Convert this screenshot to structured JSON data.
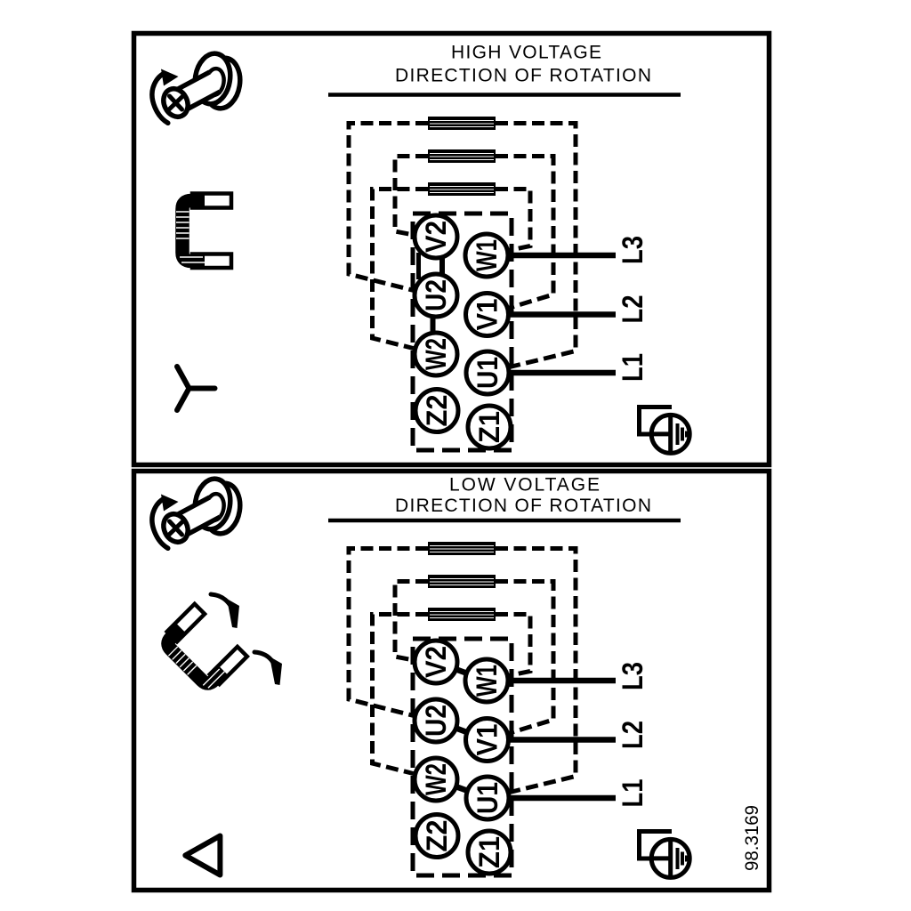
{
  "figure_number": "98.3169",
  "colors": {
    "ink": "#000000",
    "paper": "#ffffff"
  },
  "icons": [
    "screw-rotation-icon",
    "link-jumper-icon",
    "star-connection-icon",
    "delta-connection-icon",
    "move-links-icon",
    "earth-clamp-icon"
  ],
  "panels": [
    {
      "title_line1": "HIGH VOLTAGE",
      "title_line2": "DIRECTION OF ROTATION",
      "connection": "star",
      "terminals_left": [
        "V2",
        "U2",
        "W2",
        "Z2"
      ],
      "terminals_right": [
        "W1",
        "V1",
        "U1",
        "Z1"
      ],
      "phase_lines": [
        "L3",
        "L2",
        "L1"
      ]
    },
    {
      "title_line1": "LOW VOLTAGE",
      "title_line2": "DIRECTION OF ROTATION",
      "connection": "delta",
      "terminals_left": [
        "V2",
        "U2",
        "W2",
        "Z2"
      ],
      "terminals_right": [
        "W1",
        "V1",
        "U1",
        "Z1"
      ],
      "phase_lines": [
        "L3",
        "L2",
        "L1"
      ]
    }
  ]
}
